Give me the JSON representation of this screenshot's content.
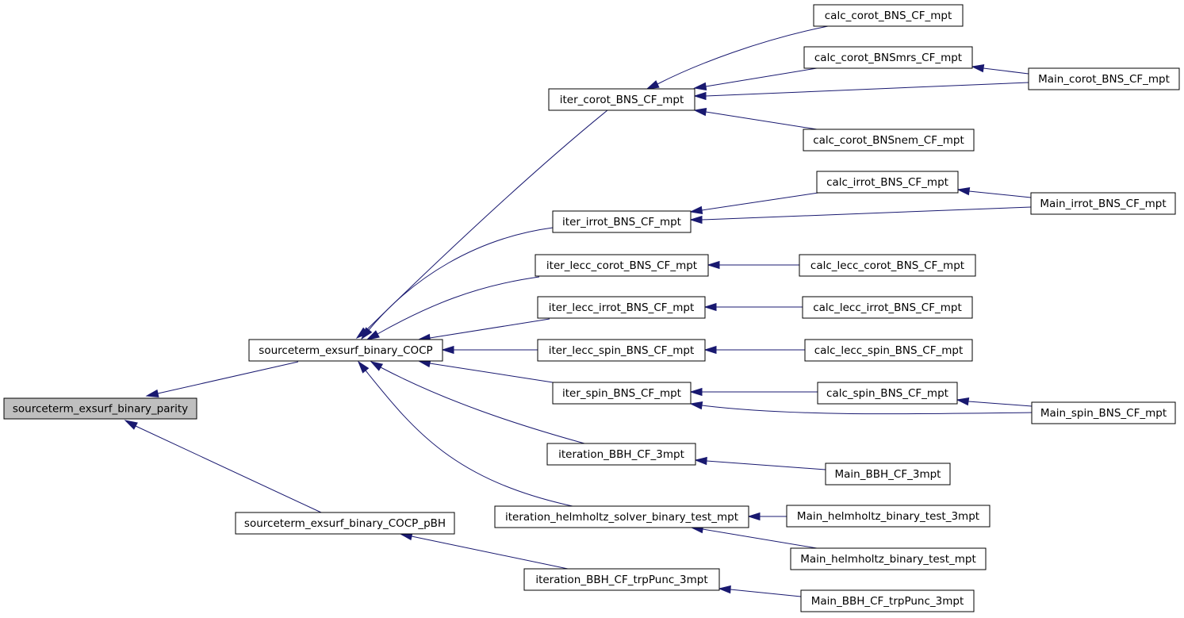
{
  "nodes": [
    {
      "id": "parity",
      "label": "sourceterm_exsurf_binary_parity",
      "highlighted": true
    },
    {
      "id": "cocp",
      "label": "sourceterm_exsurf_binary_COCP"
    },
    {
      "id": "cocp_pbh",
      "label": "sourceterm_exsurf_binary_COCP_pBH"
    },
    {
      "id": "iter_corot",
      "label": "iter_corot_BNS_CF_mpt"
    },
    {
      "id": "iter_irrot",
      "label": "iter_irrot_BNS_CF_mpt"
    },
    {
      "id": "iter_lecc_corot",
      "label": "iter_lecc_corot_BNS_CF_mpt"
    },
    {
      "id": "iter_lecc_irrot",
      "label": "iter_lecc_irrot_BNS_CF_mpt"
    },
    {
      "id": "iter_lecc_spin",
      "label": "iter_lecc_spin_BNS_CF_mpt"
    },
    {
      "id": "iter_spin",
      "label": "iter_spin_BNS_CF_mpt"
    },
    {
      "id": "iteration_bbh",
      "label": "iteration_BBH_CF_3mpt"
    },
    {
      "id": "iteration_helm",
      "label": "iteration_helmholtz_solver_binary_test_mpt"
    },
    {
      "id": "iteration_bbh_trp",
      "label": "iteration_BBH_CF_trpPunc_3mpt"
    },
    {
      "id": "calc_corot",
      "label": "calc_corot_BNS_CF_mpt"
    },
    {
      "id": "calc_corot_mrs",
      "label": "calc_corot_BNSmrs_CF_mpt"
    },
    {
      "id": "calc_corot_nem",
      "label": "calc_corot_BNSnem_CF_mpt"
    },
    {
      "id": "calc_irrot",
      "label": "calc_irrot_BNS_CF_mpt"
    },
    {
      "id": "calc_lecc_corot",
      "label": "calc_lecc_corot_BNS_CF_mpt"
    },
    {
      "id": "calc_lecc_irrot",
      "label": "calc_lecc_irrot_BNS_CF_mpt"
    },
    {
      "id": "calc_lecc_spin",
      "label": "calc_lecc_spin_BNS_CF_mpt"
    },
    {
      "id": "calc_spin",
      "label": "calc_spin_BNS_CF_mpt"
    },
    {
      "id": "main_bbh",
      "label": "Main_BBH_CF_3mpt"
    },
    {
      "id": "main_helm_3mpt",
      "label": "Main_helmholtz_binary_test_3mpt"
    },
    {
      "id": "main_helm_mpt",
      "label": "Main_helmholtz_binary_test_mpt"
    },
    {
      "id": "main_bbh_trp",
      "label": "Main_BBH_CF_trpPunc_3mpt"
    },
    {
      "id": "main_corot",
      "label": "Main_corot_BNS_CF_mpt"
    },
    {
      "id": "main_irrot",
      "label": "Main_irrot_BNS_CF_mpt"
    },
    {
      "id": "main_spin",
      "label": "Main_spin_BNS_CF_mpt"
    }
  ],
  "edges": [
    {
      "from": "cocp",
      "to": "parity"
    },
    {
      "from": "cocp_pbh",
      "to": "parity"
    },
    {
      "from": "iter_corot",
      "to": "cocp"
    },
    {
      "from": "iter_irrot",
      "to": "cocp"
    },
    {
      "from": "iter_lecc_corot",
      "to": "cocp"
    },
    {
      "from": "iter_lecc_irrot",
      "to": "cocp"
    },
    {
      "from": "iter_lecc_spin",
      "to": "cocp"
    },
    {
      "from": "iter_spin",
      "to": "cocp"
    },
    {
      "from": "iteration_bbh",
      "to": "cocp"
    },
    {
      "from": "iteration_helm",
      "to": "cocp"
    },
    {
      "from": "iteration_bbh_trp",
      "to": "cocp_pbh"
    },
    {
      "from": "calc_corot",
      "to": "iter_corot"
    },
    {
      "from": "calc_corot_mrs",
      "to": "iter_corot"
    },
    {
      "from": "main_corot",
      "to": "iter_corot"
    },
    {
      "from": "calc_corot_nem",
      "to": "iter_corot"
    },
    {
      "from": "main_corot",
      "to": "calc_corot_mrs"
    },
    {
      "from": "calc_irrot",
      "to": "iter_irrot"
    },
    {
      "from": "main_irrot",
      "to": "iter_irrot"
    },
    {
      "from": "main_irrot",
      "to": "calc_irrot"
    },
    {
      "from": "calc_lecc_corot",
      "to": "iter_lecc_corot"
    },
    {
      "from": "calc_lecc_irrot",
      "to": "iter_lecc_irrot"
    },
    {
      "from": "calc_lecc_spin",
      "to": "iter_lecc_spin"
    },
    {
      "from": "calc_spin",
      "to": "iter_spin"
    },
    {
      "from": "main_spin",
      "to": "iter_spin"
    },
    {
      "from": "main_spin",
      "to": "calc_spin"
    },
    {
      "from": "main_bbh",
      "to": "iteration_bbh"
    },
    {
      "from": "main_helm_3mpt",
      "to": "iteration_helm"
    },
    {
      "from": "main_helm_mpt",
      "to": "iteration_helm"
    },
    {
      "from": "main_bbh_trp",
      "to": "iteration_bbh_trp"
    }
  ]
}
